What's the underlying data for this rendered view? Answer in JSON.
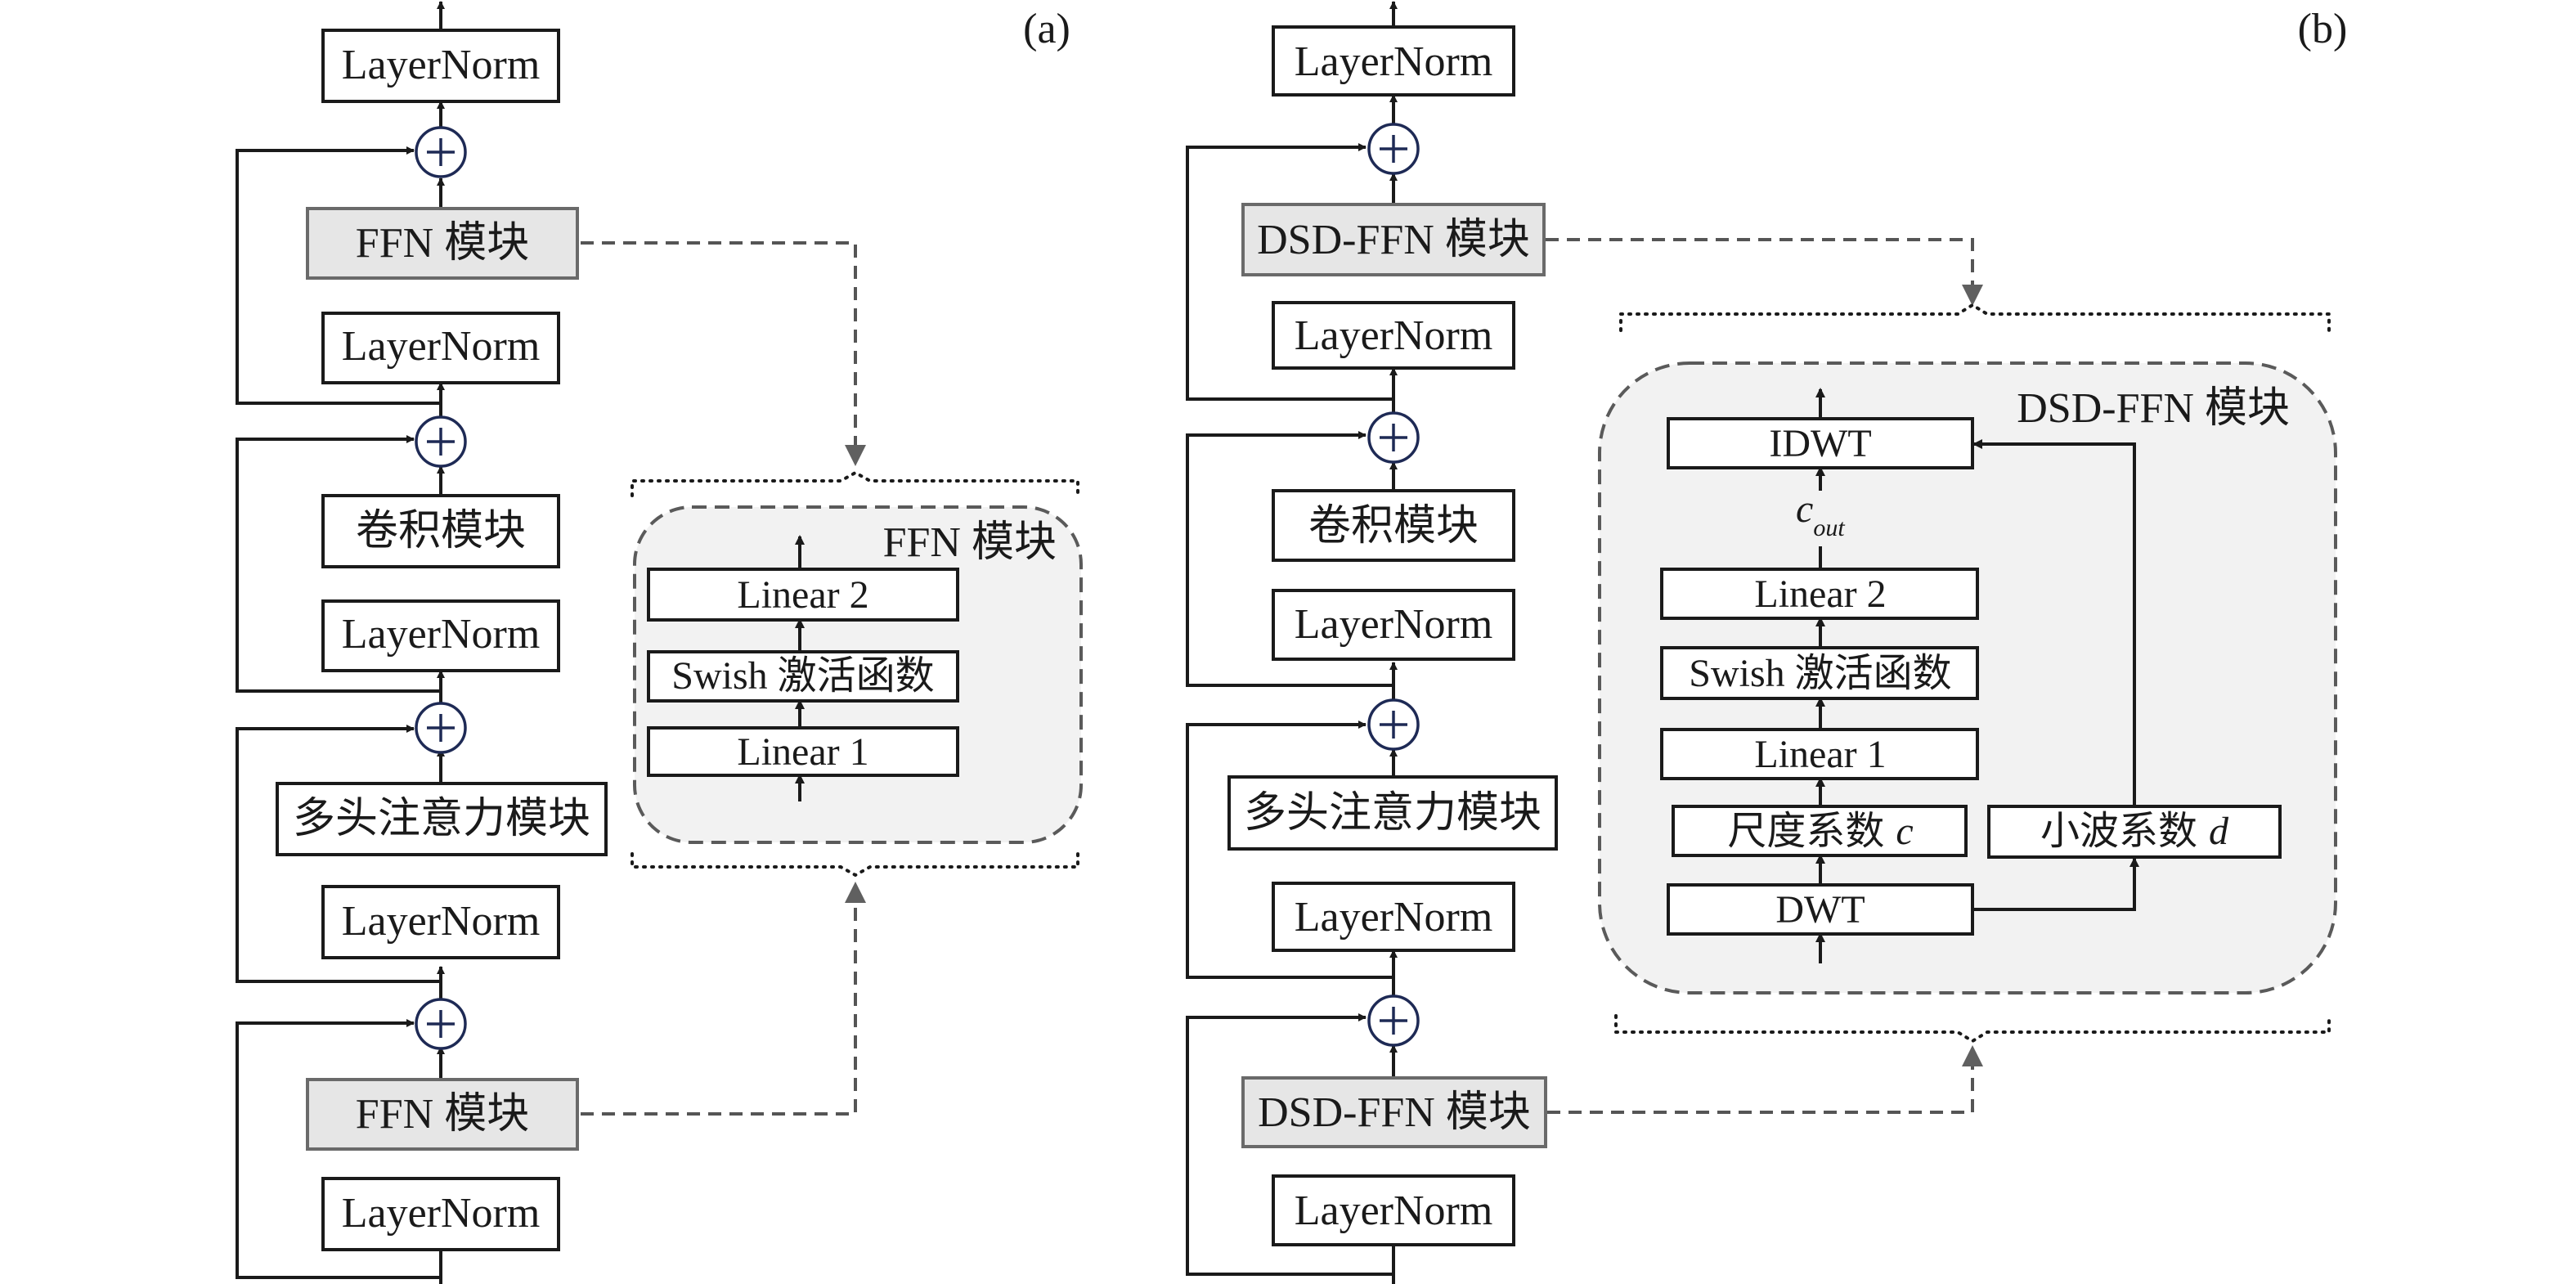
{
  "panel_a": {
    "tag": "(a)",
    "top_layernorm": "LayerNorm",
    "ffn_top": "FFN 模块",
    "layernorm_2": "LayerNorm",
    "conv": "卷积模块",
    "layernorm_3": "LayerNorm",
    "mhsa": "多头注意力模块",
    "layernorm_4": "LayerNorm",
    "ffn_bottom": "FFN 模块",
    "bottom_layernorm": "LayerNorm",
    "detail": {
      "title": "FFN 模块",
      "linear2": "Linear 2",
      "swish": "Swish 激活函数",
      "linear1": "Linear 1"
    }
  },
  "panel_b": {
    "tag": "(b)",
    "top_layernorm": "LayerNorm",
    "dsd_top": "DSD-FFN 模块",
    "layernorm_2": "LayerNorm",
    "conv": "卷积模块",
    "layernorm_3": "LayerNorm",
    "mhsa": "多头注意力模块",
    "layernorm_4": "LayerNorm",
    "dsd_bottom": "DSD-FFN 模块",
    "bottom_layernorm": "LayerNorm",
    "detail": {
      "title": "DSD-FFN 模块",
      "idwt": "IDWT",
      "c_out_base": "c",
      "c_out_sub": "out",
      "linear2": "Linear 2",
      "swish": "Swish 激活函数",
      "linear1": "Linear 1",
      "scale_coef": "尺度系数",
      "scale_var": "c",
      "wavelet_coef": "小波系数",
      "wavelet_var": "d",
      "dwt": "DWT"
    }
  }
}
